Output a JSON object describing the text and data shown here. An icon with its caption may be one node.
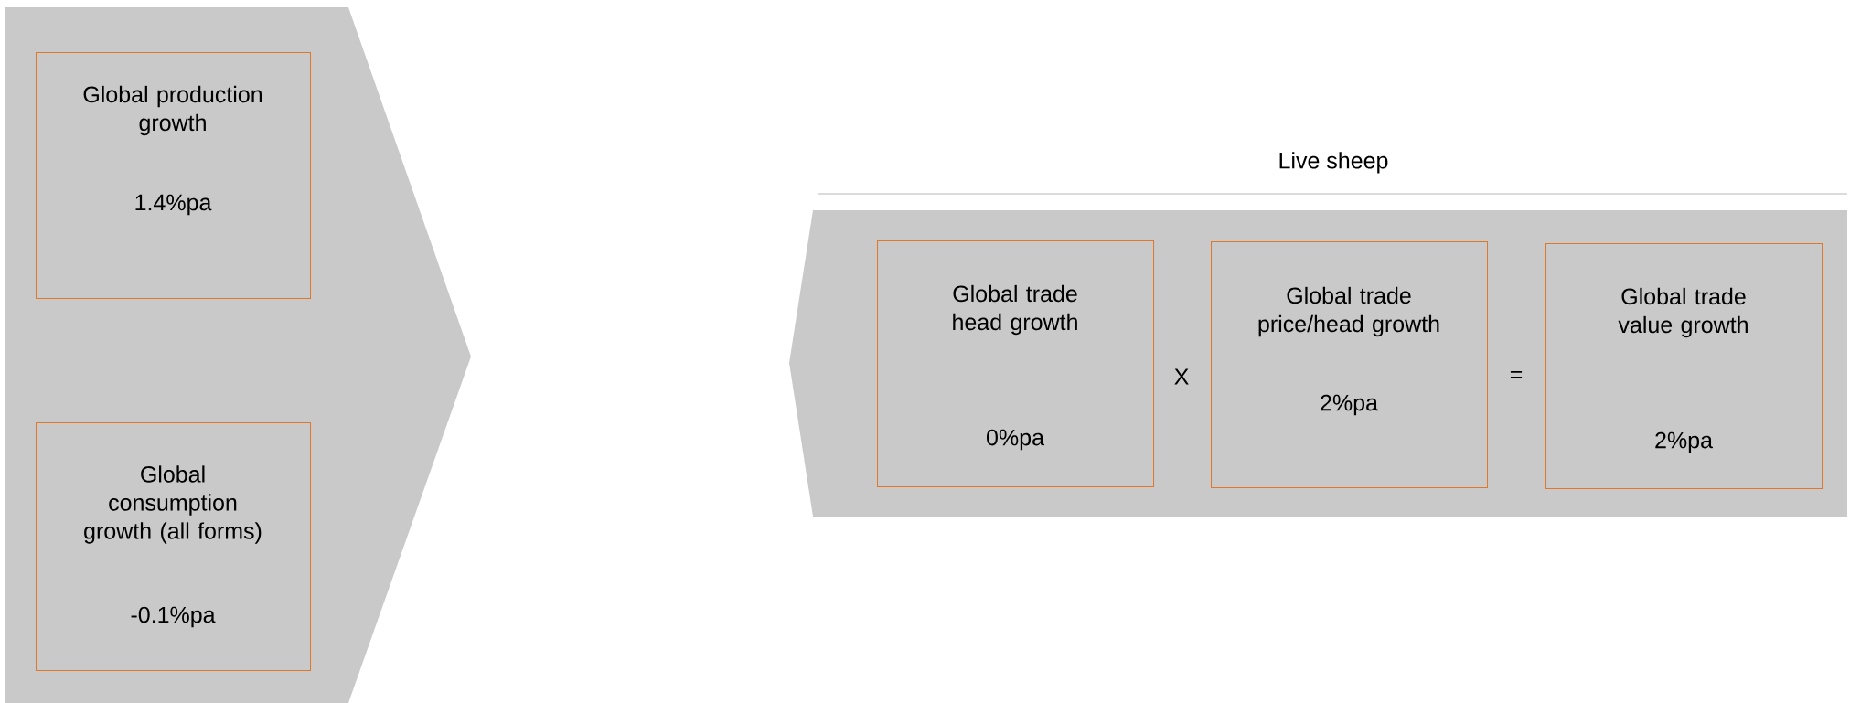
{
  "diagram": {
    "nodes": [
      {
        "text": [],
        "shape": "chevron"
      },
      {
        "text": [
          "Global production growth",
          "1.4%pa"
        ],
        "in": 0
      },
      {
        "text": [
          "Global consumption growth (all forms)",
          "-0.1%pa"
        ],
        "in": 0
      },
      {
        "text": [
          "Live sheep"
        ]
      },
      {
        "text": [
          "Global trade head growth",
          "0%pa"
        ],
        "in": 3
      },
      {
        "text": [
          "Global trade price/head growth",
          "2%pa"
        ],
        "in": 3
      },
      {
        "text": [
          "Global trade value growth",
          "2%pa"
        ],
        "in": 3
      }
    ],
    "labels": [
      "X",
      "="
    ]
  }
}
